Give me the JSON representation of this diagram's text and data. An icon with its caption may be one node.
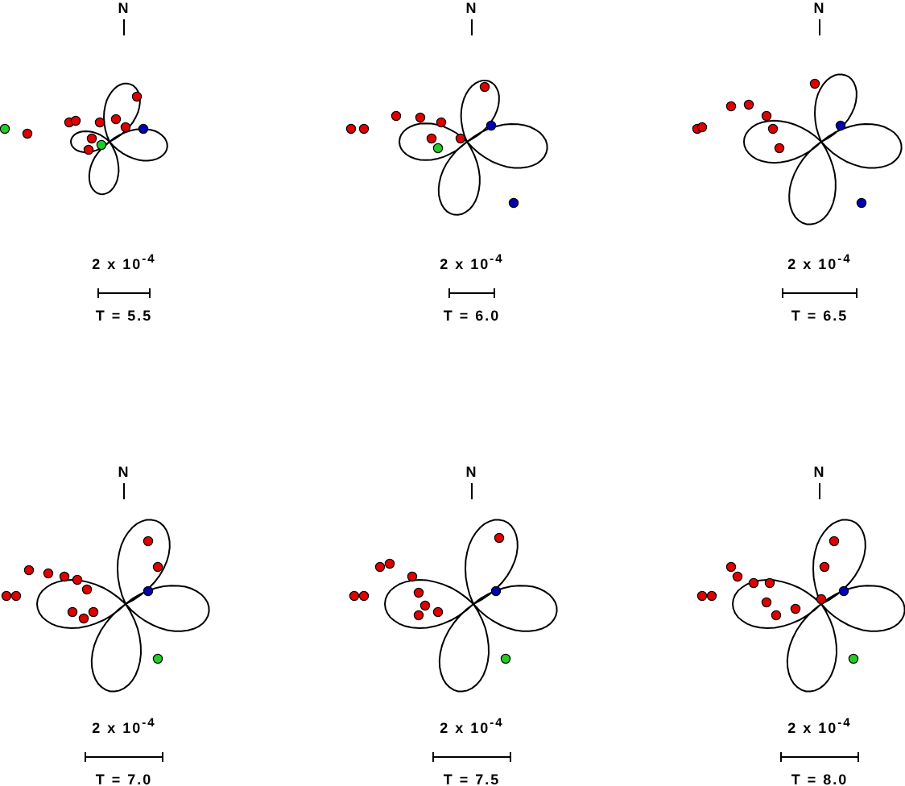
{
  "diagram": {
    "labels": [
      "N",
      "2 x 10$^{-4}$",
      "T = 5.5",
      "N",
      "2 x 10$^{-4}$",
      "T = 6.0",
      "N",
      "2 x 10$^{-4}$",
      "T = 6.5",
      "N",
      "2 x 10$^{-4}$",
      "T = 7.0",
      "N",
      "2 x 10$^{-4}$",
      "T = 7.5",
      "N",
      "2 x 10$^{-4}$",
      "T = 8.0"
    ]
  }
}
